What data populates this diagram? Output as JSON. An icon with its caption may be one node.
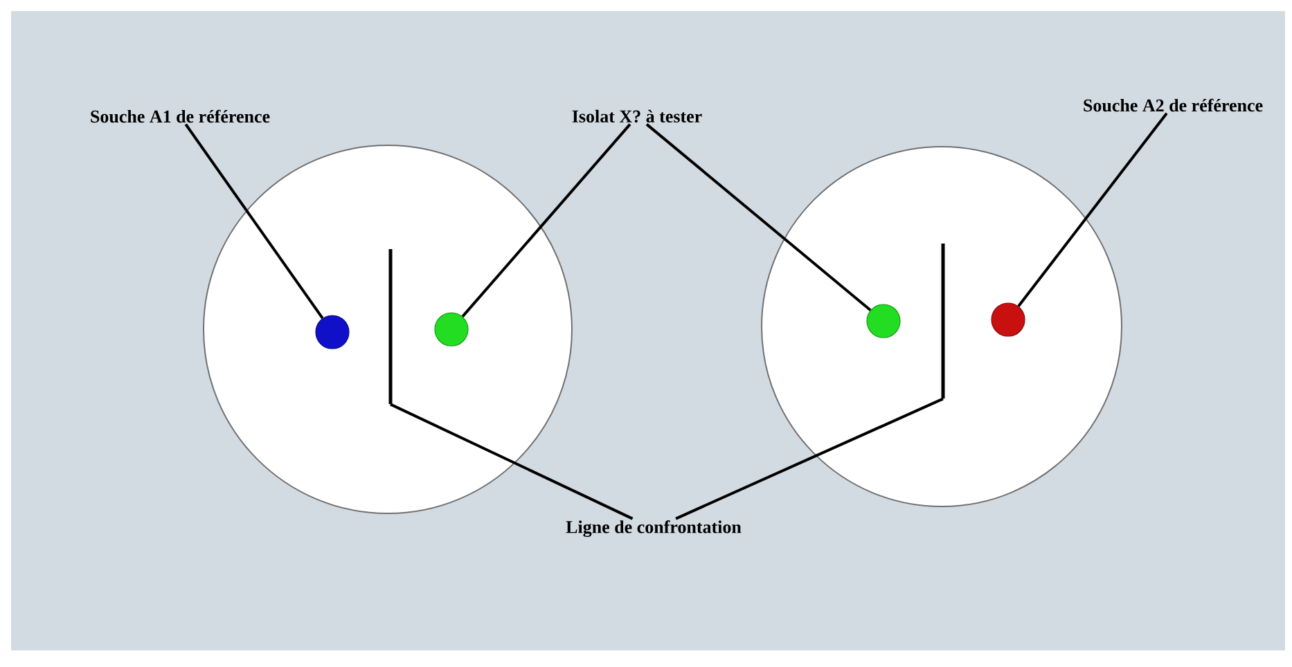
{
  "diagram": {
    "nodes": [
      {
        "text": [
          "Souche A1 de référence"
        ]
      },
      {
        "text": [
          "Isolat X? à tester"
        ]
      },
      {
        "text": [
          "Souche A2 de référence"
        ]
      },
      {
        "text": [
          "Ligne de confrontation"
        ]
      },
      {
        "text": [],
        "shape": "circle"
      },
      {
        "text": [],
        "shape": "circle"
      },
      {
        "text": [],
        "shape": "circle",
        "in": 4
      },
      {
        "text": [],
        "shape": "bar",
        "in": 4
      },
      {
        "text": [],
        "shape": "circle",
        "in": 4
      },
      {
        "text": [],
        "shape": "circle",
        "in": 5
      },
      {
        "text": [],
        "shape": "bar",
        "in": 5
      },
      {
        "text": [],
        "shape": "circle",
        "in": 5
      }
    ],
    "edges": [
      {
        "from": 0,
        "to": 6,
        "arrow": "none"
      },
      {
        "from": 1,
        "to": 8,
        "arrow": "none"
      },
      {
        "from": 1,
        "to": 9,
        "arrow": "none"
      },
      {
        "from": 2,
        "to": 11,
        "arrow": "none"
      },
      {
        "from": 3,
        "to": 7,
        "arrow": "none"
      },
      {
        "from": 3,
        "to": 10,
        "arrow": "none"
      }
    ]
  }
}
